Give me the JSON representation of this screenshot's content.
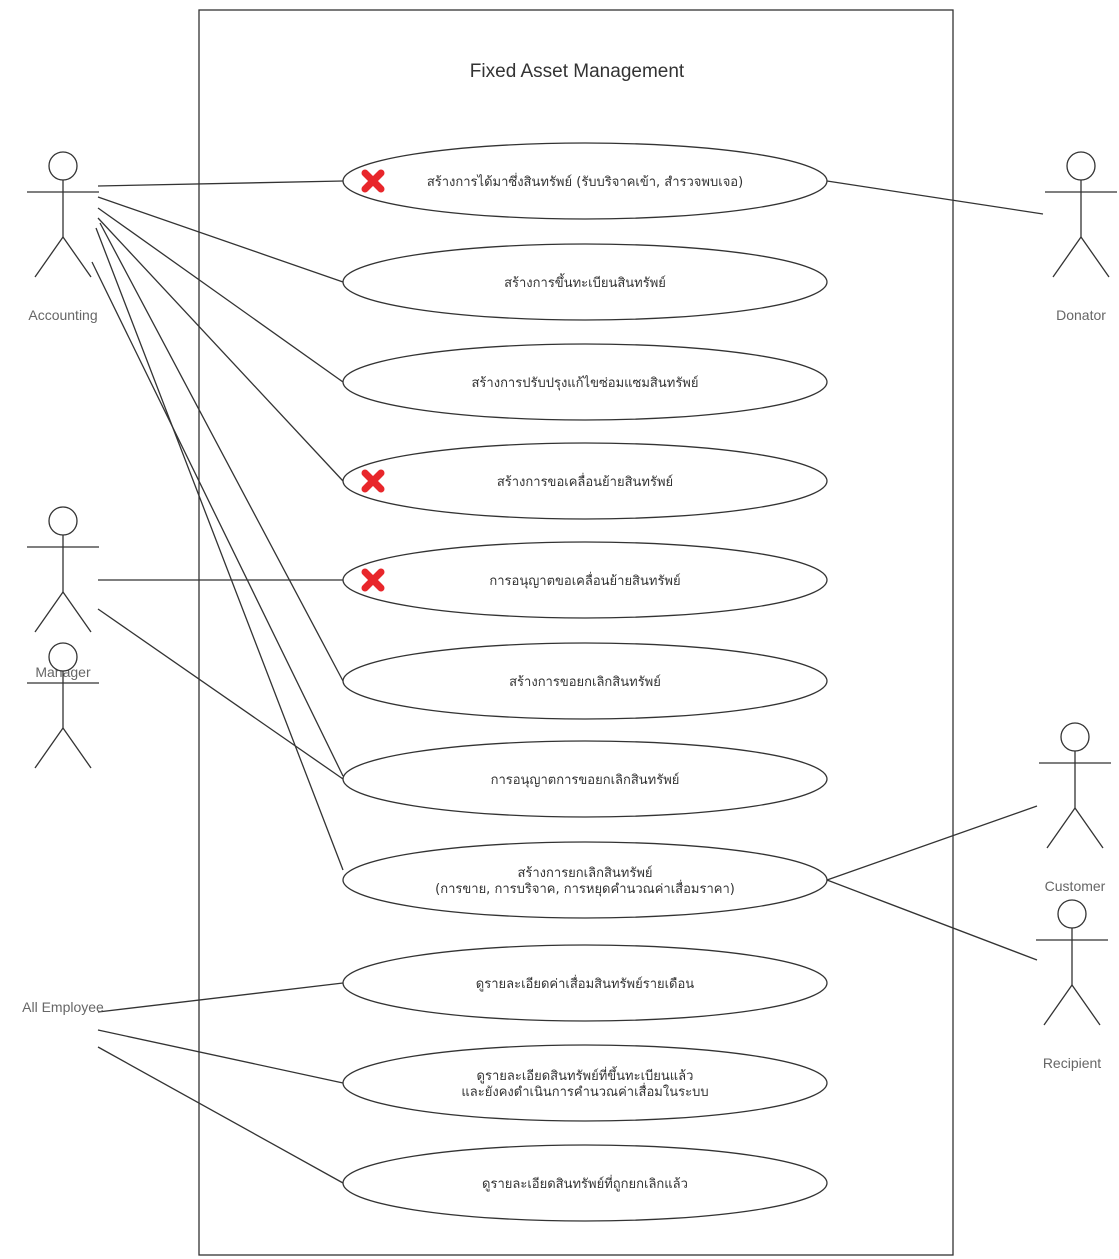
{
  "system": {
    "title": "Fixed Asset Management"
  },
  "actors": [
    {
      "id": "accounting",
      "label": "Accounting"
    },
    {
      "id": "manager",
      "label": "Manager"
    },
    {
      "id": "employee",
      "label": "All Employee"
    },
    {
      "id": "donator",
      "label": "Donator"
    },
    {
      "id": "customer",
      "label": "Customer"
    },
    {
      "id": "recipient",
      "label": "Recipient"
    }
  ],
  "use_cases": [
    {
      "id": "uc1",
      "lines": [
        "สร้างการได้มาซึ่งสินทรัพย์ (รับบริจาคเข้า, สำรวจพบเจอ)"
      ],
      "marked": true
    },
    {
      "id": "uc2",
      "lines": [
        "สร้างการขึ้นทะเบียนสินทรัพย์"
      ],
      "marked": false
    },
    {
      "id": "uc3",
      "lines": [
        "สร้างการปรับปรุงแก้ไขซ่อมแซมสินทรัพย์"
      ],
      "marked": false
    },
    {
      "id": "uc4",
      "lines": [
        "สร้างการขอเคลื่อนย้ายสินทรัพย์"
      ],
      "marked": true
    },
    {
      "id": "uc5",
      "lines": [
        "การอนุญาตขอเคลื่อนย้ายสินทรัพย์"
      ],
      "marked": true
    },
    {
      "id": "uc6",
      "lines": [
        "สร้างการขอยกเลิกสินทรัพย์"
      ],
      "marked": false
    },
    {
      "id": "uc7",
      "lines": [
        "การอนุญาตการขอยกเลิกสินทรัพย์"
      ],
      "marked": false
    },
    {
      "id": "uc8",
      "lines": [
        "สร้างการยกเลิกสินทรัพย์",
        "(การขาย, การบริจาค, การหยุดคำนวณค่าเสื่อมราคา)"
      ],
      "marked": false
    },
    {
      "id": "uc9",
      "lines": [
        "ดูรายละเอียดค่าเสื่อมสินทรัพย์รายเดือน"
      ],
      "marked": false
    },
    {
      "id": "uc10",
      "lines": [
        "ดูรายละเอียดสินทรัพย์ที่ขึ้นทะเบียนแล้ว",
        "และยังคงดำเนินการคำนวณค่าเสื่อมในระบบ"
      ],
      "marked": false
    },
    {
      "id": "uc11",
      "lines": [
        "ดูรายละเอียดสินทรัพย์ที่ถูกยกเลิกแล้ว"
      ],
      "marked": false
    }
  ],
  "associations": [
    [
      "accounting",
      "uc1"
    ],
    [
      "accounting",
      "uc2"
    ],
    [
      "accounting",
      "uc3"
    ],
    [
      "accounting",
      "uc4"
    ],
    [
      "accounting",
      "uc6"
    ],
    [
      "accounting",
      "uc8"
    ],
    [
      "accounting",
      "uc7"
    ],
    [
      "manager",
      "uc5"
    ],
    [
      "manager",
      "uc7"
    ],
    [
      "employee",
      "uc9"
    ],
    [
      "employee",
      "uc10"
    ],
    [
      "employee",
      "uc11"
    ],
    [
      "donator",
      "uc1"
    ],
    [
      "customer",
      "uc8"
    ],
    [
      "recipient",
      "uc8"
    ]
  ],
  "colors": {
    "line": "#333333",
    "mark": "#e8262b",
    "label": "#666666"
  }
}
